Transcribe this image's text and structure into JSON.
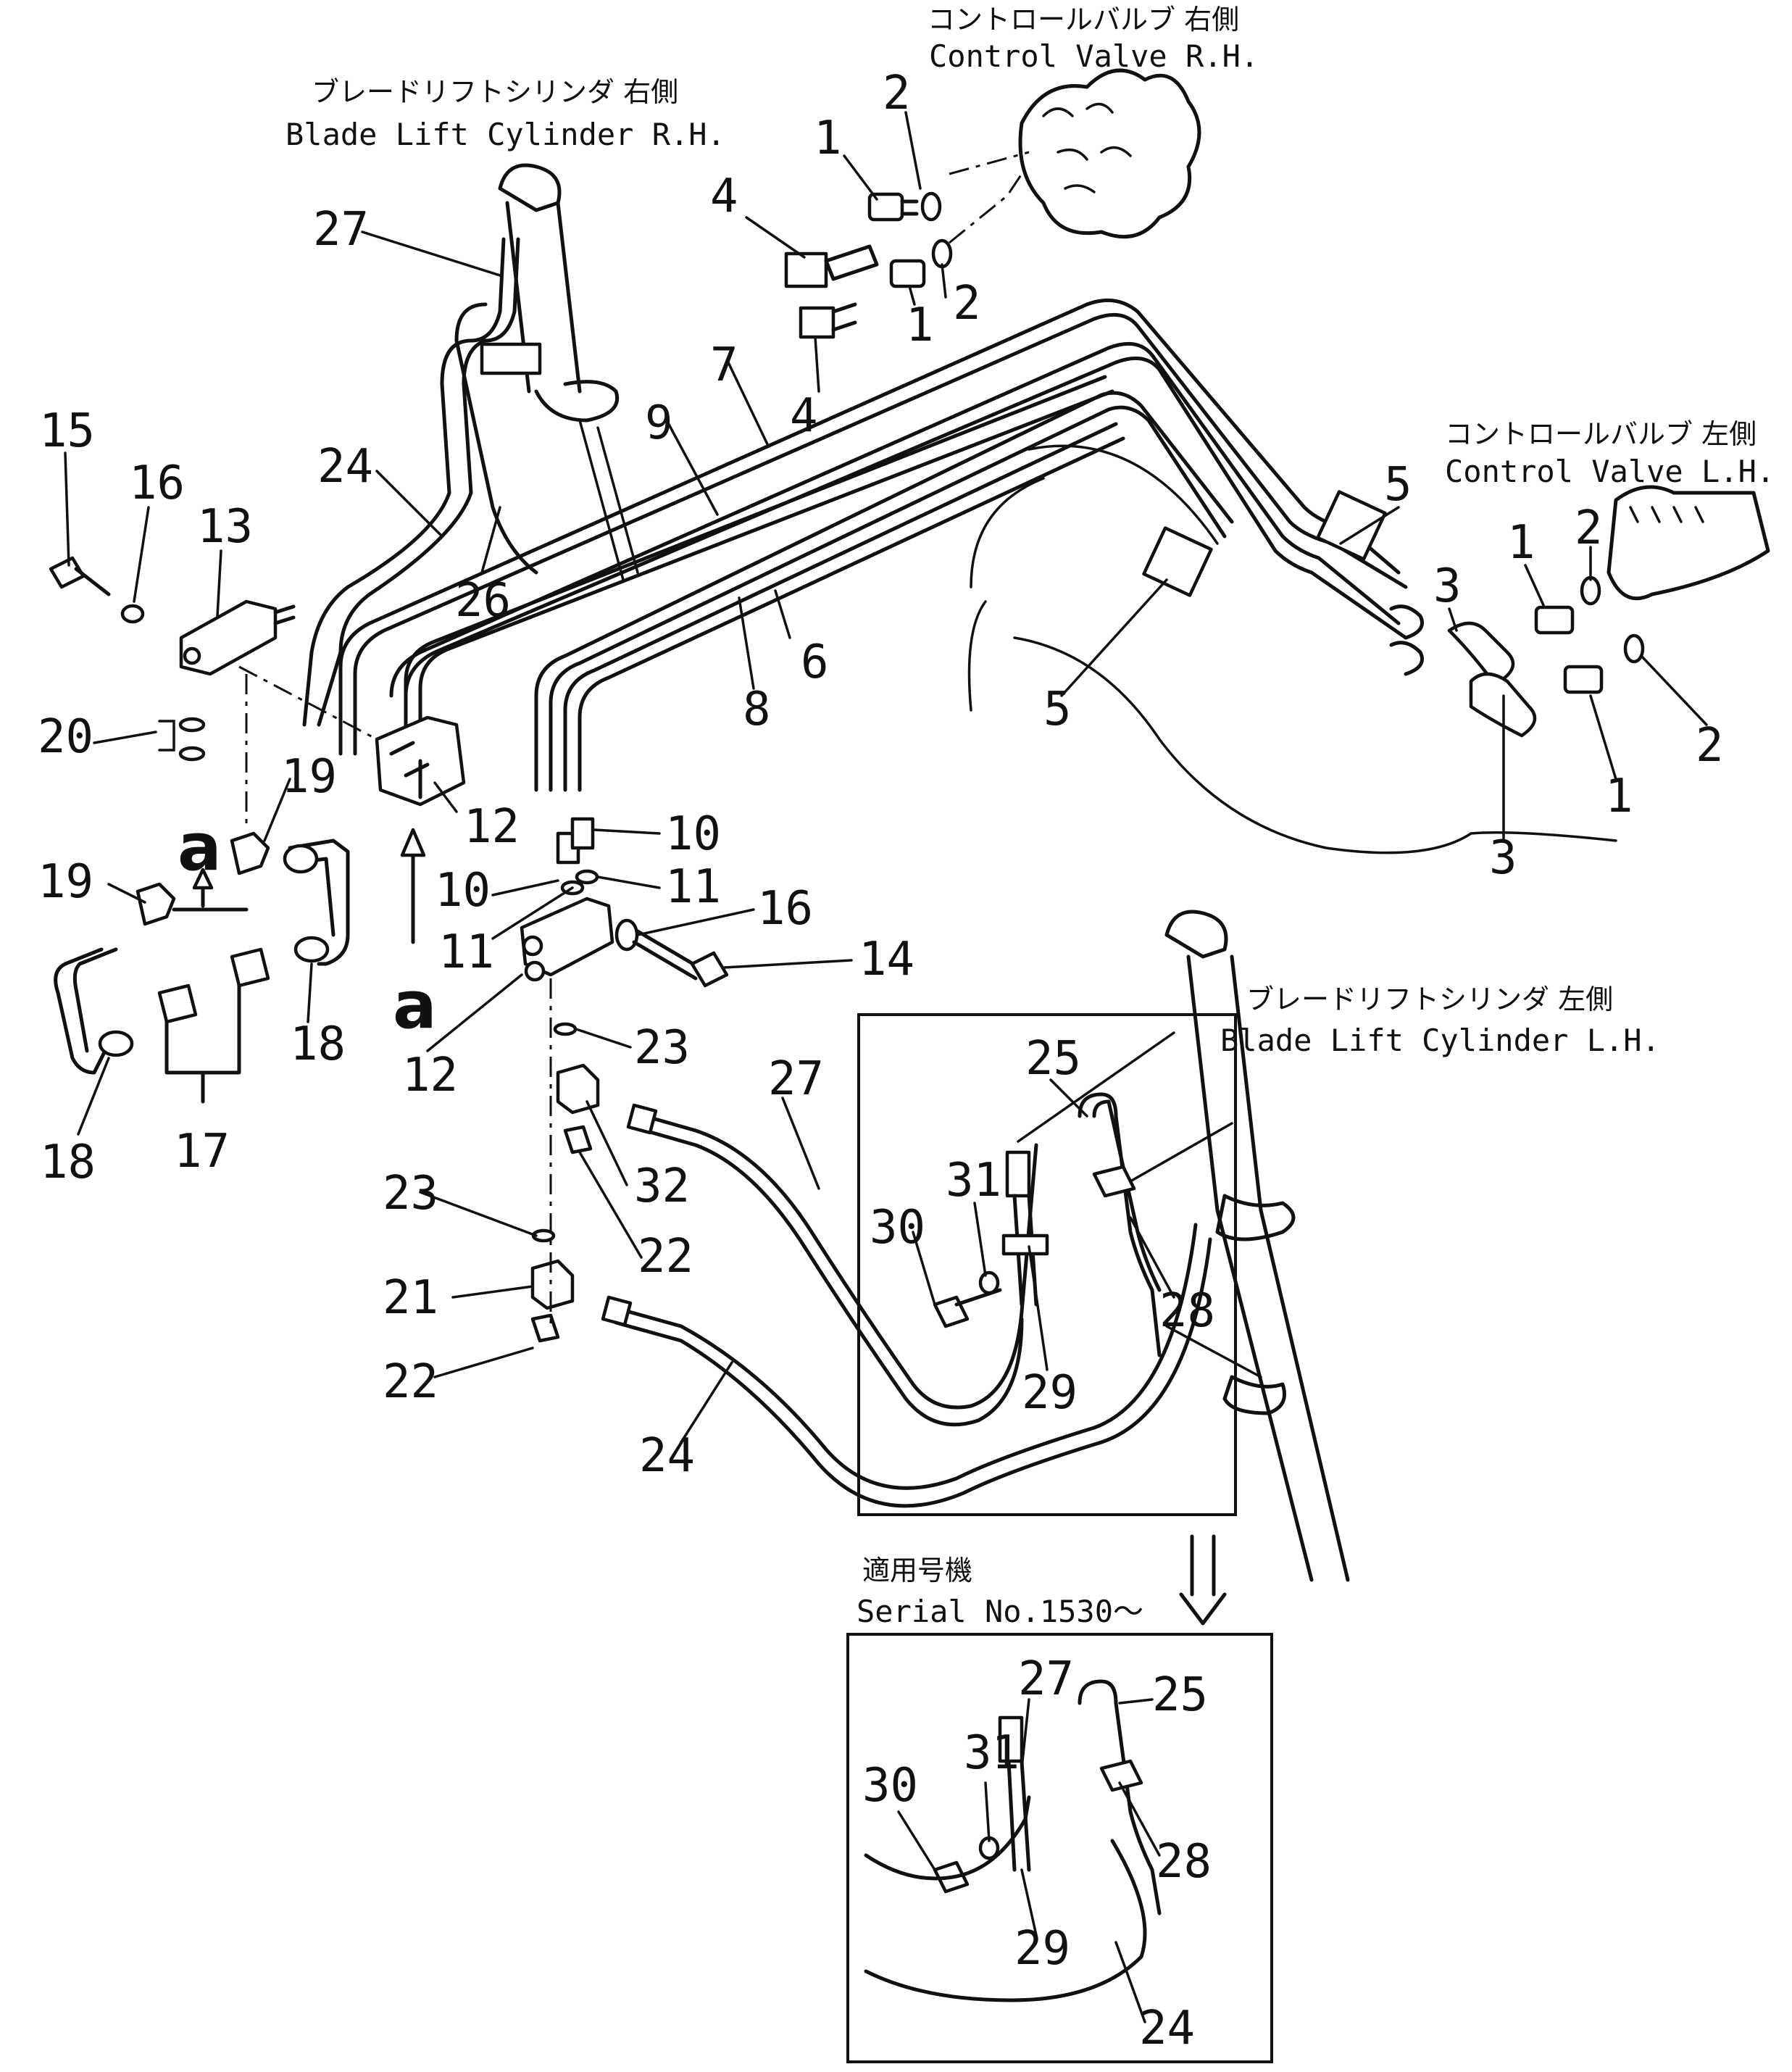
{
  "labels": {
    "control_valve_rh_jp": "コントロールバルブ 右側",
    "control_valve_rh_en": "Control Valve R.H.",
    "control_valve_lh_jp": "コントロールバルブ 左側",
    "control_valve_lh_en": "Control Valve L.H.",
    "blade_lift_rh_jp": "ブレードリフトシリンダ 右側",
    "blade_lift_rh_en": "Blade Lift Cylinder R.H.",
    "blade_lift_lh_jp": "ブレードリフトシリンダ 左側",
    "blade_lift_lh_en": "Blade Lift Cylinder L.H.",
    "serial_jp": "適用号機",
    "serial_en": "Serial No.1530～",
    "view_a": "a"
  },
  "callouts": [
    "1",
    "2",
    "3",
    "4",
    "5",
    "6",
    "7",
    "8",
    "9",
    "10",
    "11",
    "12",
    "13",
    "14",
    "15",
    "16",
    "17",
    "18",
    "19",
    "20",
    "21",
    "22",
    "23",
    "24",
    "25",
    "26",
    "27",
    "28",
    "29",
    "30",
    "31",
    "32"
  ]
}
